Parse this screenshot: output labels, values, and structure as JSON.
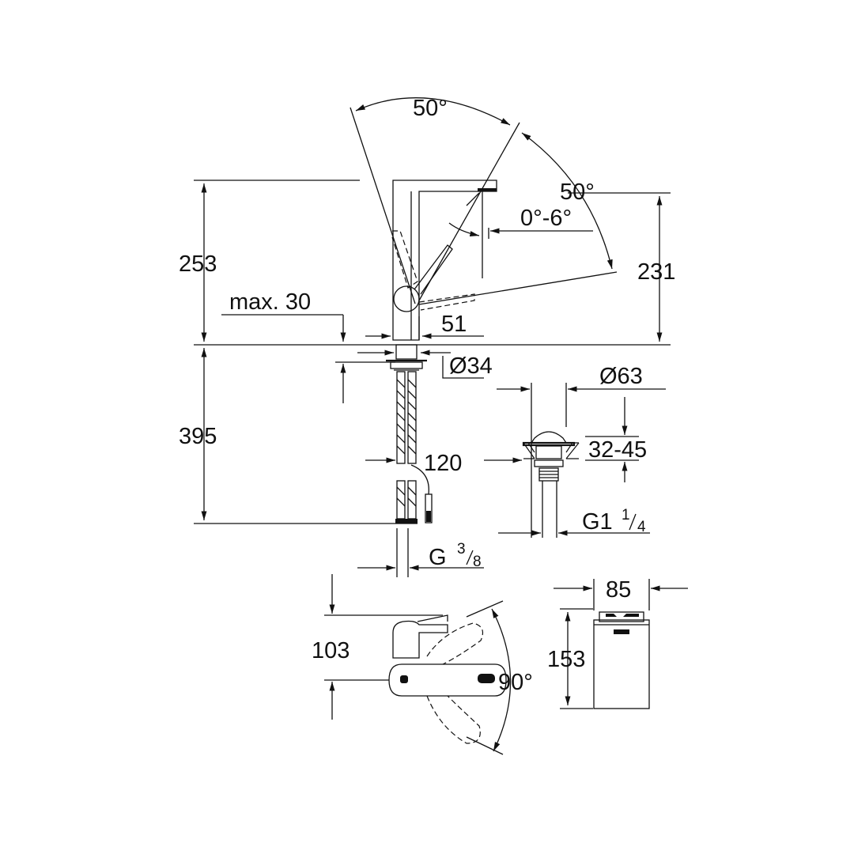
{
  "drawing": {
    "dimensions": {
      "angle_top": "50°",
      "angle_side": "50°",
      "tilt": "0°-6°",
      "spout_height": "253",
      "spout_reach_height": "231",
      "max_deck": "max. 30",
      "base_width": "51",
      "shank_dia": "Ø34",
      "hose_length": "395",
      "hose_bend": "120",
      "thread_supply": "G",
      "thread_supply_num": "3",
      "thread_supply_den": "8",
      "waste_dia": "Ø63",
      "waste_range": "32-45",
      "waste_thread": "G1",
      "waste_thread_num": "1",
      "waste_thread_den": "4",
      "lever_height": "103",
      "lever_angle": "90°",
      "box_width": "85",
      "box_height": "153"
    }
  }
}
